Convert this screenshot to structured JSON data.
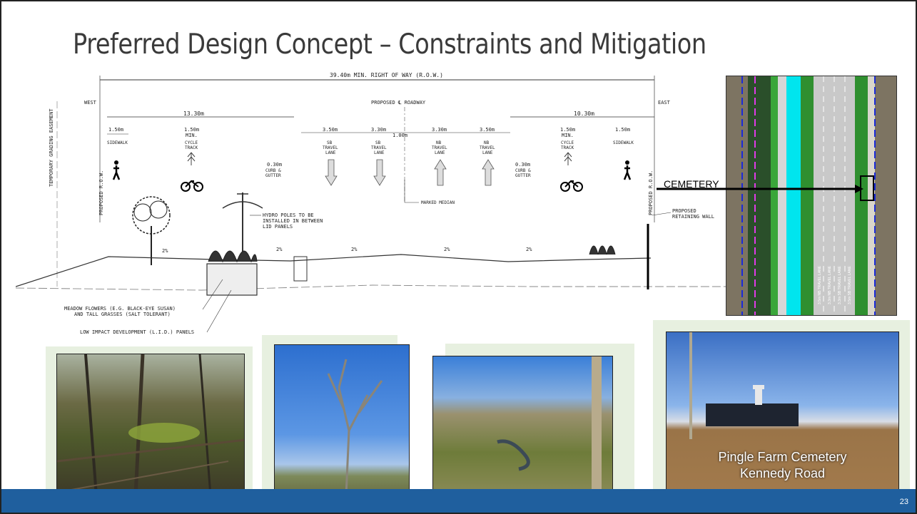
{
  "slide": {
    "title": "Preferred Design Concept – Constraints and Mitigation",
    "page_number": "23"
  },
  "section": {
    "row_label": "39.40m MIN. RIGHT OF WAY (R.O.W.)",
    "west": "WEST",
    "east": "EAST",
    "center_label": "PROPOSED ℄ ROADWAY",
    "west_width": "13.30m",
    "east_width": "10.30m",
    "grading_easement": "TEMPORARY GRADING EASEMENT",
    "prop_row": "PROPOSED R.O.W.",
    "sidewalk_w": "1.50m",
    "sidewalk": "SIDEWALK",
    "cycle_w": "1.50m",
    "cycle_min": "MIN.",
    "cycle_1": "CYCLE",
    "cycle_2": "TRACK",
    "curb_w": "0.30m",
    "curb_1": "CURB &",
    "curb_2": "GUTTER",
    "lanes": [
      {
        "w": "3.50m",
        "dir": "SB"
      },
      {
        "w": "3.30m",
        "dir": "SB"
      },
      {
        "w": "3.30m",
        "dir": "NB"
      },
      {
        "w": "3.50m",
        "dir": "NB"
      }
    ],
    "lane_1": "TRAVEL",
    "lane_2": "LANE",
    "median_w": "1.00m",
    "median_label": "MARKED MEDIAN",
    "hydro_1": "HYDRO POLES TO BE",
    "hydro_2": "INSTALLED IN BETWEEN",
    "hydro_3": "LID PANELS",
    "wall_1": "PROPOSED",
    "wall_2": "RETAINING WALL",
    "meadow_1": "MEADOW FLOWERS (E.G. BLACK-EYE SUSAN)",
    "meadow_2": "AND TALL GRASSES (SALT TOLERANT)",
    "lid": "LOW IMPACT DEVELOPMENT (L.I.D.) PANELS",
    "slope": "2%"
  },
  "aerial": {
    "cemetery_label": "CEMETERY",
    "lane_labels": [
      "3.5m NB TRAVEL LANE",
      "3.3m NB TRAVEL LANE",
      "3.3m SB TRAVEL LANE",
      "3.5m SB TRAVEL LANE"
    ]
  },
  "photos": {
    "cemetery_caption_1": "Pingle Farm Cemetery",
    "cemetery_caption_2": "Kennedy Road"
  },
  "colors": {
    "footer": "#1f5f9e",
    "title": "#3a3a3a",
    "cycle_track": "#00e5ee",
    "boulevard": "#2f8f2f"
  }
}
